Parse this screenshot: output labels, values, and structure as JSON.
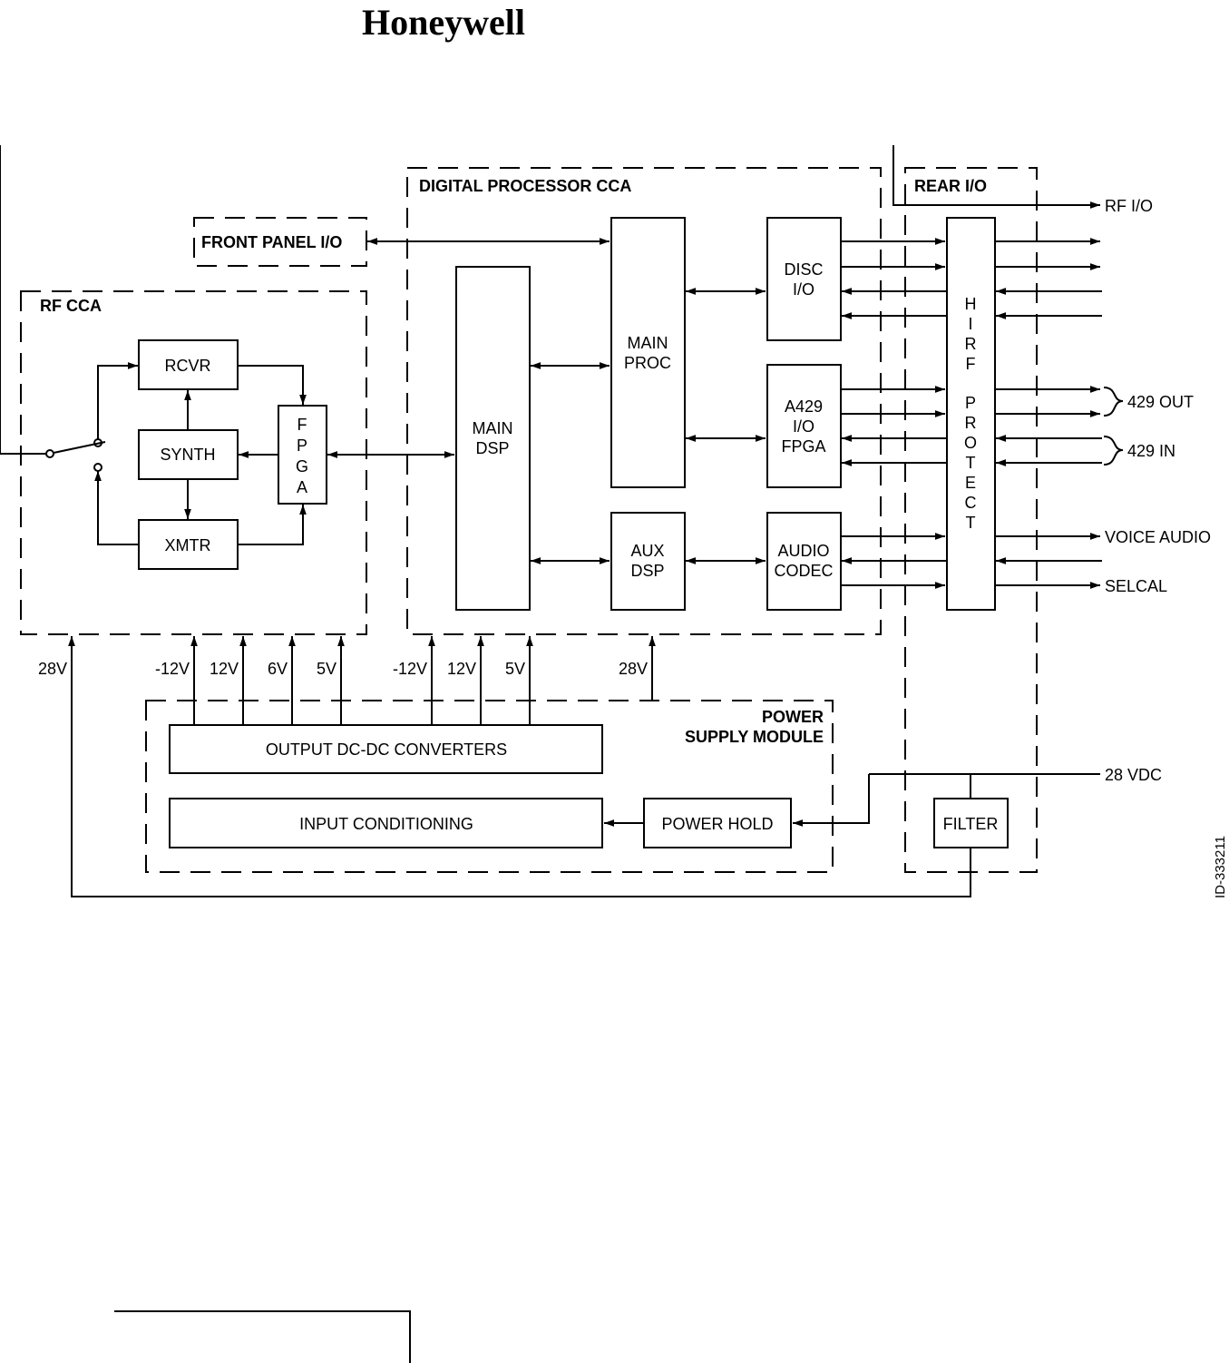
{
  "brand": {
    "logo_text": "Honeywell"
  },
  "document_id": "ID-333211",
  "regions": {
    "digital_processor": "DIGITAL PROCESSOR CCA",
    "rear_io": "REAR I/O",
    "front_panel": "FRONT PANEL I/O",
    "rf_cca": "RF CCA",
    "power_supply_line1": "POWER",
    "power_supply_line2": "SUPPLY MODULE"
  },
  "blocks": {
    "rcvr": "RCVR",
    "synth": "SYNTH",
    "xmtr": "XMTR",
    "fpga": [
      "F",
      "P",
      "G",
      "A"
    ],
    "main_dsp": [
      "MAIN",
      "DSP"
    ],
    "main_proc": [
      "MAIN",
      "PROC"
    ],
    "aux_dsp": [
      "AUX",
      "DSP"
    ],
    "disc_io": [
      "DISC",
      "I/O"
    ],
    "a429": [
      "A429",
      "I/O",
      "FPGA"
    ],
    "audio_codec": [
      "AUDIO",
      "CODEC"
    ],
    "hirf_protect": [
      "H",
      "I",
      "R",
      "F",
      "",
      "P",
      "R",
      "O",
      "T",
      "E",
      "C",
      "T"
    ],
    "output_converters": "OUTPUT DC-DC CONVERTERS",
    "input_conditioning": "INPUT CONDITIONING",
    "power_hold": "POWER HOLD",
    "filter": "FILTER"
  },
  "signals": {
    "rf_io": "RF I/O",
    "out_429": "429 OUT",
    "in_429": "429 IN",
    "voice_audio": "VOICE AUDIO",
    "selcal": "SELCAL",
    "vdc_28": "28 VDC"
  },
  "voltages": {
    "rf_28v": "28V",
    "rf_m12v": "-12V",
    "rf_12v": "12V",
    "rf_6v": "6V",
    "rf_5v": "5V",
    "dp_m12v": "-12V",
    "dp_12v": "12V",
    "dp_5v": "5V",
    "dp_28v": "28V"
  }
}
